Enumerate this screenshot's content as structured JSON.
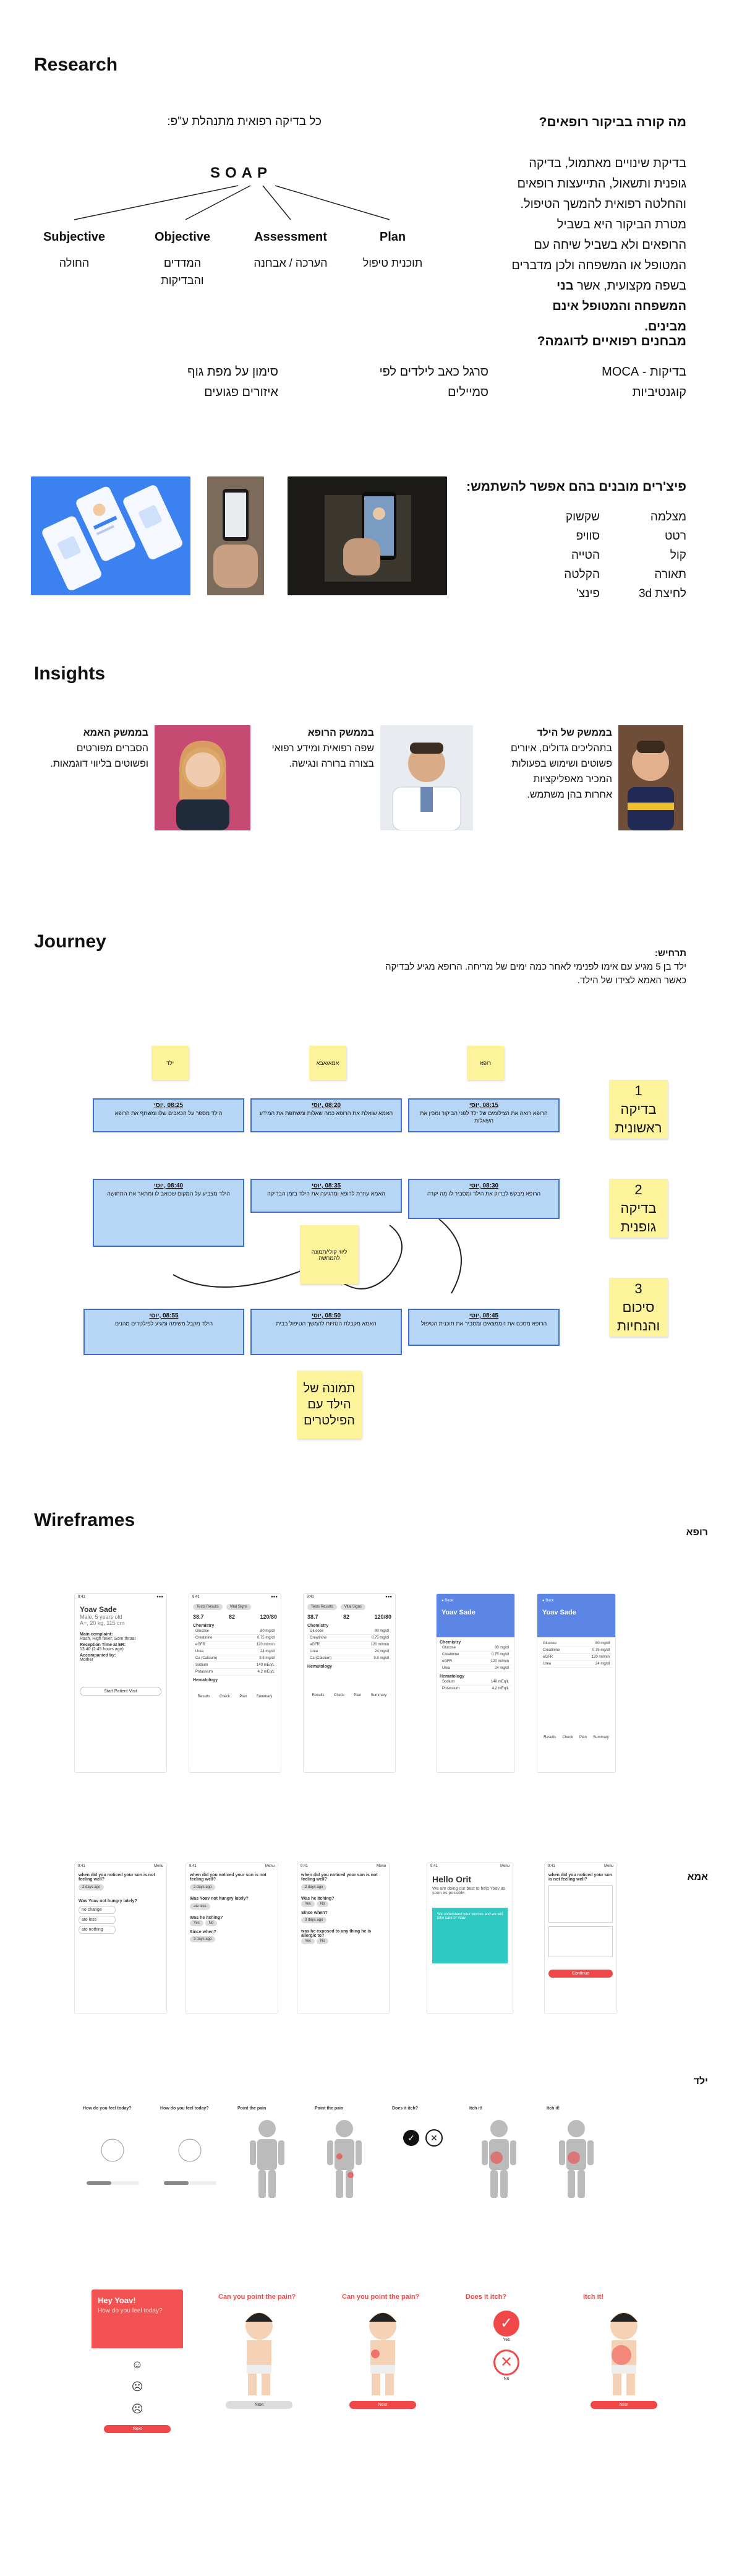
{
  "research": {
    "title": "Research",
    "q1": "מה קורה בביקור רופאים?",
    "p1_a": "בדיקת שינויים מאתמול, בדיקה גופנית ותשאול, התייעצות רופאים והחלטה רפואית להמשך הטיפול.",
    "p1_b": "מטרת הביקור היא בשביל הרופאים ולא בשביל שיחה עם המטופל או המשפחה ולכן מדברים בשפה מקצועית, אשר",
    "p1_bold": "בני המשפחה והמטופל אינם מבינים.",
    "soap_caption": "כל בדיקה רפואית מתנהלת ע\"פ:",
    "soap": "SOAP",
    "soap_cols": [
      {
        "title": "Subjective",
        "sub": "החולה"
      },
      {
        "title": "Objective",
        "sub": "המדדים והבדיקות"
      },
      {
        "title": "Assessment",
        "sub": "הערכה / אבחנה"
      },
      {
        "title": "Plan",
        "sub": "תוכנית טיפול"
      }
    ],
    "q2": "מבחנים רפואיים לדוגמה?",
    "examples": [
      {
        "text": "בדיקות - MOCA קוגנטיביות"
      },
      {
        "text": "סרגל כאב לילדים לפי סמיילים"
      },
      {
        "text": "סימון על מפת גוף איזורים פגועים"
      }
    ],
    "q3": "פיצ'רים מובנים בהם אפשר להשתמש:",
    "features_col1": [
      "מצלמה",
      "רטט",
      "קול",
      "תאורה",
      "לחיצת 3d"
    ],
    "features_col2": [
      "שקשוק",
      "סוויפ",
      "הטייה",
      "הקלטה",
      "פינצ'"
    ]
  },
  "insights": {
    "title": "Insights",
    "people": [
      {
        "title": "בממשק של הילד",
        "desc": "בתהליכים גדולים, איורים פשוטים ושימוש בפעולות המכיר מאפליקציות אחרות בהן משתמש."
      },
      {
        "title": "בממשק הרופא",
        "desc": "שפה רפואית ומידע רפואי בצורה ברורה ונגישה."
      },
      {
        "title": "בממשק האמא",
        "desc": "הסברים מפורטים ופשוטים בליווי דוגמאות."
      }
    ]
  },
  "journey": {
    "title": "Journey",
    "scenario_label": "תרחיש:",
    "scenario_text": "ילד בן 5 מגיע עם אימו לפנימי לאחר כמה ימים של מריחה. הרופא מגיע לבדיקה כאשר האמא לצידו של הילד.",
    "lanes": [
      "ילד",
      "אמא/אבא",
      "רופא"
    ],
    "steps": [
      {
        "num": "1",
        "label": "בדיקה ראשונית"
      },
      {
        "num": "2",
        "label": "בדיקה גופנית"
      },
      {
        "num": "3",
        "label": "סיכום והנחיות"
      }
    ],
    "boxes": [
      {
        "time": "08:15 ,יוסי",
        "text": "הרופא רואה את הצילומים של ילד לפני הביקור ומכין את השאלות"
      },
      {
        "time": "08:20 ,יוסי",
        "text": "האמא שואלת את הרופא כמה שאלות ומשתפת את המידע"
      },
      {
        "time": "08:25 ,יוסי",
        "text": "הילד מספר על הכאבים שלו ומשתף את הרופא"
      },
      {
        "time": "08:30 ,יוסי",
        "text": "הרופא מבקש לבדוק את הילד ומסביר לו מה יקרה"
      },
      {
        "time": "08:35 ,יוסי",
        "text": "האמא עוזרת לרופא ומרגיעה את הילד בזמן הבדיקה"
      },
      {
        "time": "08:40 ,יוסי",
        "text": "הילד מצביע על המקום שכואב לו ומתאר את התחושה"
      },
      {
        "time": "08:45 ,יוסי",
        "text": "הרופא מסכם את הממצאים ומסביר את תוכנית הטיפול"
      },
      {
        "time": "08:50 ,יוסי",
        "text": "האמא מקבלת הנחיות להמשך הטיפול בבית"
      },
      {
        "time": "08:55 ,יוסי",
        "text": "הילד מקבל משימה ומגיע לפילטרים מהנים"
      }
    ],
    "notes_mid": "ליווי קולי/תמונה להמחשה",
    "note_bottom": "תמונה של הילד עם הפילטרים"
  },
  "wireframes": {
    "title": "Wireframes",
    "doctor_label": "רופא",
    "mom_label": "אמא",
    "child_label": "ילד",
    "doctor": {
      "name": "Yoav Sade",
      "meta": "Male, 5 years old",
      "meta2": "A+, 20 kg, 115 cm",
      "complaint_lbl": "Main complaint:",
      "complaint": "Rash, High fever, Sore throat",
      "reception_lbl": "Reception Time at ER:",
      "reception": "13:40 (2:45 hours ago)",
      "accomp_lbl": "Accompanied by:",
      "accomp": "Mother",
      "cta": "Start Patient Visit",
      "tab1": "Tests Results",
      "tab2": "Vital Signs",
      "vitals": [
        "38.7",
        "82",
        "120/80"
      ],
      "chem_title": "Chemistry",
      "hema_title": "Hematology",
      "rows": [
        [
          "Glucose",
          "80 mg/dl"
        ],
        [
          "Creatinine",
          "0.75 mg/dl"
        ],
        [
          "eGFR",
          "120 ml/min"
        ],
        [
          "Urea",
          "24 mg/dl"
        ],
        [
          "Ca (Calcium)",
          "9.8 mg/dl"
        ],
        [
          "Sodium",
          "140 mEq/L"
        ],
        [
          "Potassium",
          "4.2 mEq/L"
        ]
      ],
      "nav": [
        "Results",
        "Check",
        "Plan",
        "Summary"
      ]
    },
    "mom": {
      "q1": "when did you noticed your son is not feeling well?",
      "q2": "Was Yoav not hungry lately?",
      "q3": "Was he itching?",
      "q4": "Since when?",
      "q5": "was he exposed to any thing he is allergic to?",
      "yes": "Yes",
      "no": "No",
      "hello": "Hello Orit",
      "hello_sub": "We are doing our best to help Yoav as soon as possible.",
      "cta": "Continue"
    },
    "child_small": [
      "How do you feel today?",
      "How do you feel today?",
      "Point the pain",
      "Point the pain",
      "Does it itch?",
      "Itch it!",
      "Itch it!"
    ],
    "child_large": {
      "hey": "Hey Yoav!",
      "hey_sub": "How do you feel today?",
      "s2": "Can you point the pain?",
      "s3": "Can you point the pain?",
      "s4": "Does it itch?",
      "s5": "Itch it!",
      "yes": "Yes",
      "no": "No",
      "next": "Next"
    }
  }
}
